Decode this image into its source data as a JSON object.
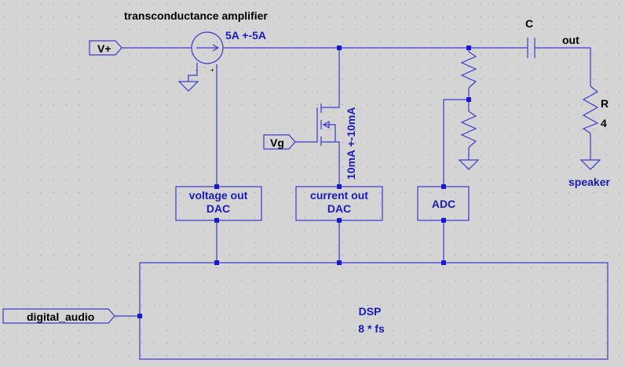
{
  "colors": {
    "background": "#d4d4d4",
    "grid_dots": "#8c8c8c",
    "wire": "#3a3ad0",
    "label_blue": "#1a1ab8",
    "label_black": "#000000"
  },
  "amplifier": {
    "name": "transconductance amplifier",
    "range": "5A +-5A",
    "pin_minus": "-",
    "pin_plus": "+"
  },
  "ports": {
    "vplus": "V+",
    "vg": "Vg",
    "digital_audio": "digital_audio"
  },
  "mosfet": {
    "range": "10mA +-10mA"
  },
  "capacitor": {
    "ref": "C"
  },
  "output": {
    "net": "out"
  },
  "speaker": {
    "ref": "R",
    "value": "4",
    "label": "speaker"
  },
  "blocks": {
    "voltage_dac": {
      "line1": "voltage out",
      "line2": "DAC"
    },
    "current_dac": {
      "line1": "current out",
      "line2": "DAC"
    },
    "adc": {
      "line1": "ADC"
    },
    "dsp": {
      "line1": "DSP",
      "line2": "8 * fs"
    }
  }
}
